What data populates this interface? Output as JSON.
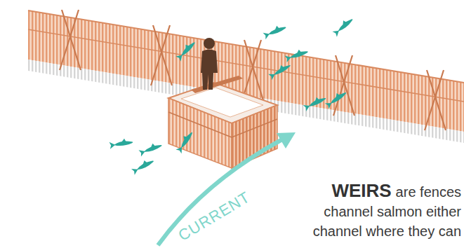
{
  "diagram": {
    "labels": [
      "CURRENT",
      "WEIRS",
      "are fences",
      "channel salmon either",
      "channel where they can"
    ]
  }
}
